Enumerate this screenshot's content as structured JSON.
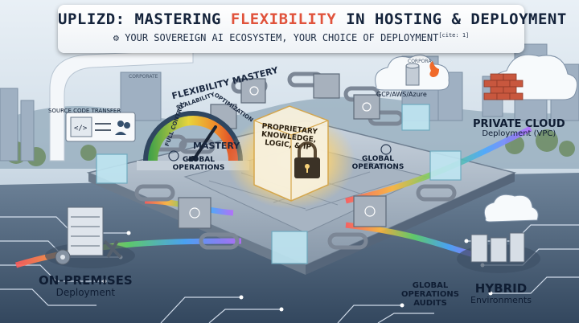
{
  "header": {
    "title_prefix": "UPLIZD: MASTERING ",
    "title_accent": "FLEXIBILITY",
    "title_suffix": " IN HOSTING & DEPLOYMENT",
    "subtitle": "YOUR SOVEREIGN AI ECOSYSTEM, YOUR CHOICE OF DEPLOYMENT",
    "citation": "[cite: 1]"
  },
  "labels": {
    "source_code": "SOURCE CODE TRANSFER",
    "flexibility": "FLEXIBILITY MASTERY",
    "gauge_full": "FULL CONTROL",
    "gauge_scal": "SCALABILITY",
    "gauge_opt": "OPTIMIZATION",
    "mastery": "MASTERY",
    "corporate1": "CORPORATE",
    "corporate2": "CORPORA",
    "cloud_providers": "GCP/AWS/Azure",
    "private_title": "PRIVATE CLOUD",
    "private_sub": "Deployment (VPC)",
    "global_left": "GLOBAL OPERATIONS",
    "global_right": "GLOBAL OPERATIONS",
    "core_cube": "PROPRIETARY KNOWLEDGE, LOGIC, & IP",
    "onprem_title": "ON-PREMISES",
    "onprem_sub": "Deployment",
    "audits": "GLOBAL OPERATIONS AUDITS",
    "hybrid_title": "HYBRID",
    "hybrid_sub": "Environments"
  },
  "colors": {
    "accent": "#e0533c",
    "navy": "#14233b",
    "circuit": "#ffffff",
    "glass": "#bfe6f2",
    "core_glow": "#f7d27a"
  }
}
